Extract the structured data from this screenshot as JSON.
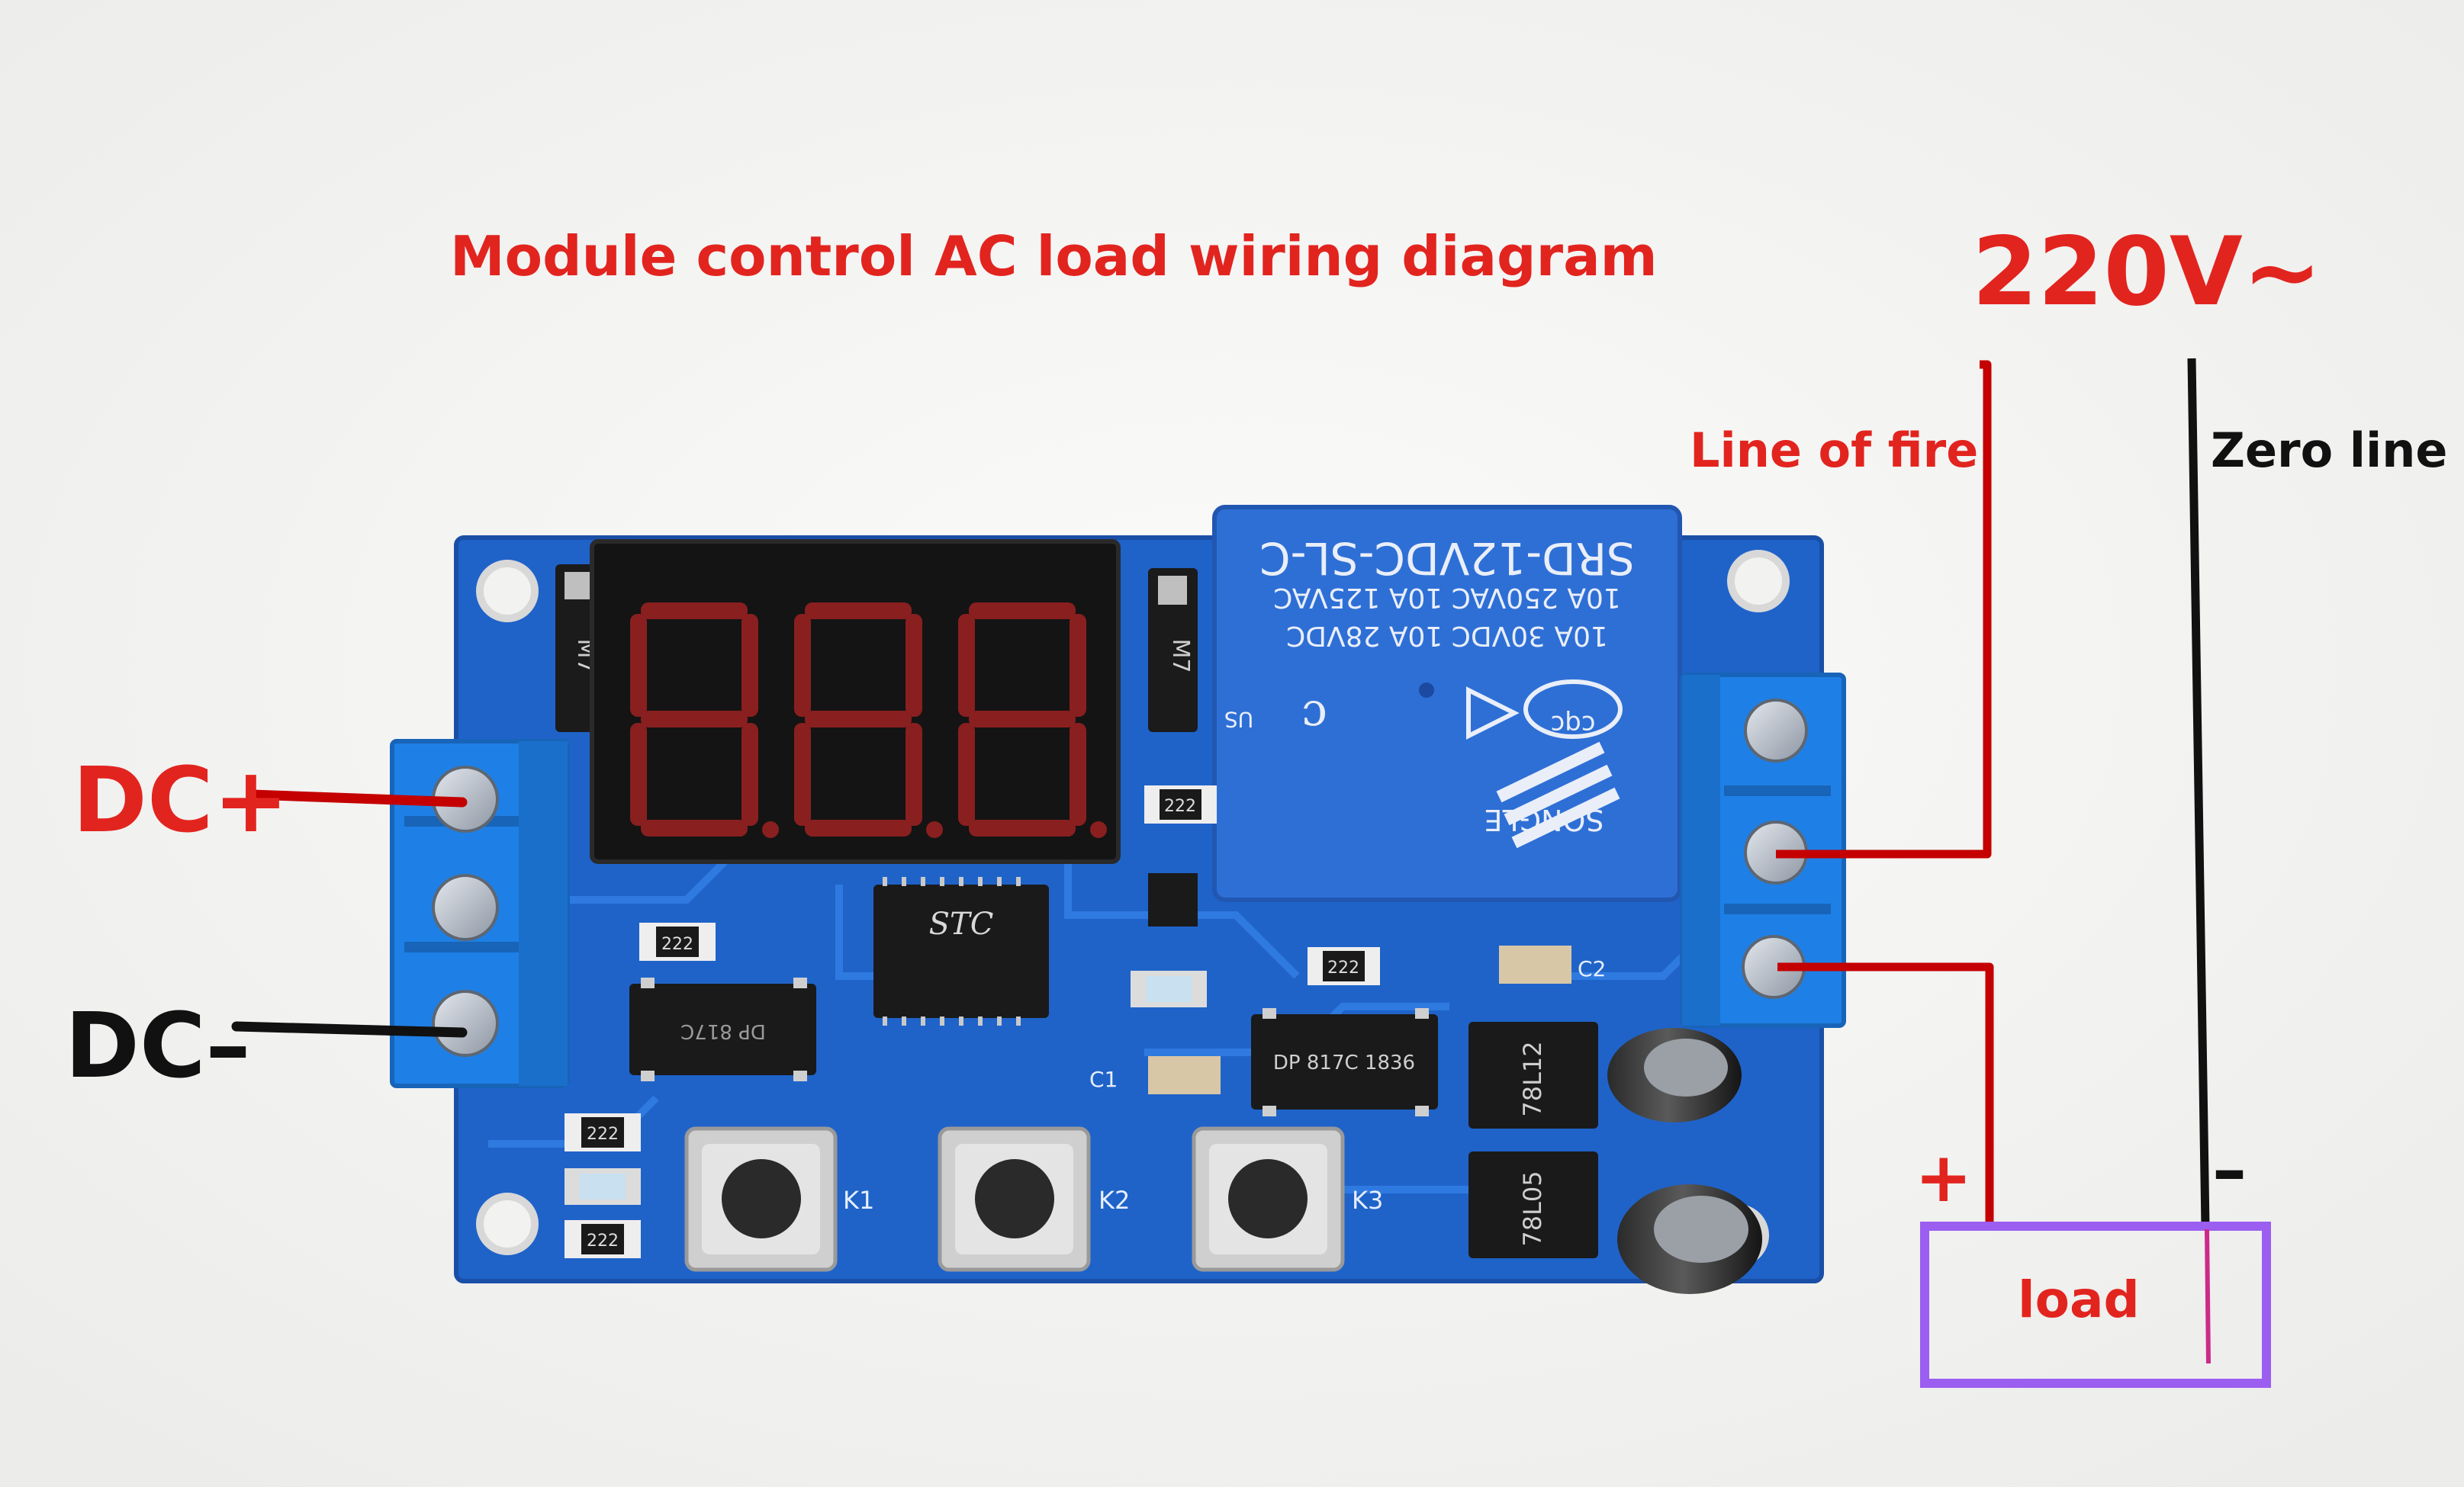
{
  "labels": {
    "title": "Module control AC load wiring diagram",
    "voltage": "220V~",
    "fire_line": "Line of fire",
    "zero_line": "Zero line",
    "dc_plus": "DC+",
    "dc_minus": "DC–",
    "load": "load",
    "load_plus": "+",
    "load_minus": "–"
  },
  "board_markings": {
    "relay_model": "SRD-12VDC-SL-C",
    "relay_rating_1": "10A 250VAC 10A 125VAC",
    "relay_rating_2": "10A 30VDC 10A 28VDC",
    "relay_brand": "SONGLE",
    "relay_cqc": "cqc",
    "relay_us": "US",
    "ic_brand": "STC",
    "opto_1": "DP 817C",
    "opto_2": "DP 817C 1836",
    "reg_1": "78L12",
    "reg_2": "78L05",
    "smd": "222",
    "diode": "M7",
    "cap_c1": "C1",
    "cap_c2": "C2",
    "button_k1": "K1",
    "button_k2": "K2",
    "button_k3": "K3"
  },
  "colors": {
    "accent_red": "#e2241f",
    "dark_red": "#c40000",
    "black": "#111111",
    "load_box": "#9b5ef0",
    "pcb_blue": "#1f63c9",
    "terminal_blue": "#1e80e6",
    "relay_blue": "#2e6fd6",
    "display_bg": "#141414",
    "segment_red": "#8a1f1f"
  }
}
